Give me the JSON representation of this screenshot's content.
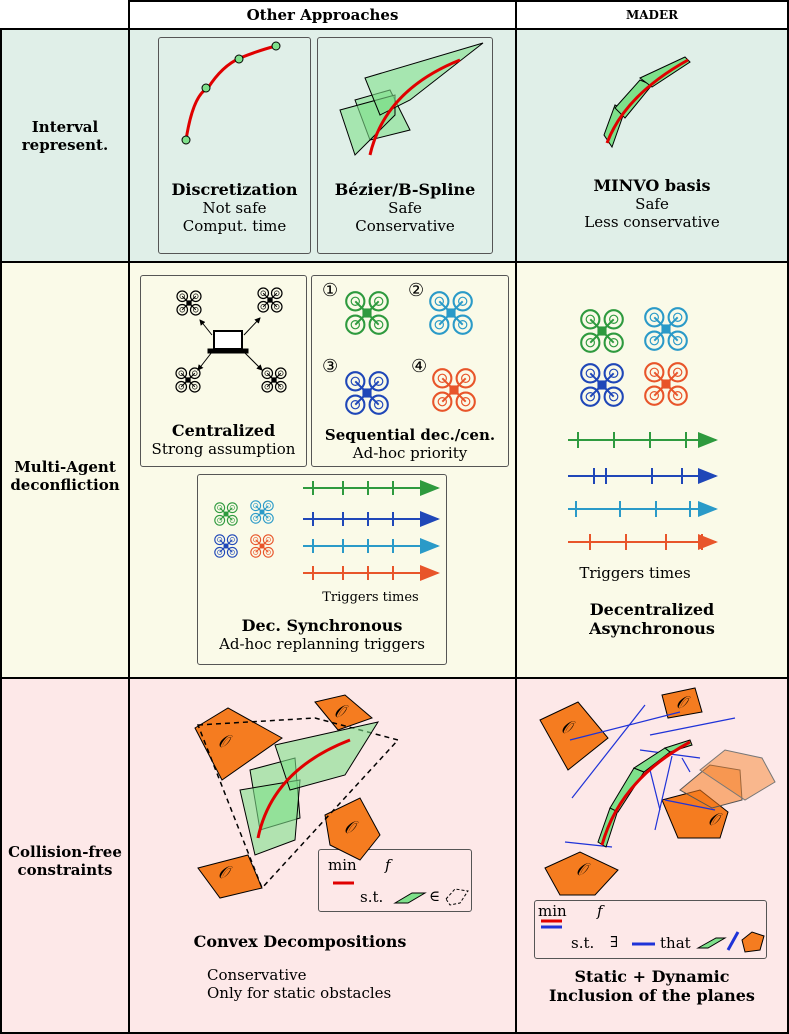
{
  "header": {
    "col1": "Other Approaches",
    "col2": "MADER"
  },
  "rows": {
    "interval": {
      "label_line1": "Interval",
      "label_line2": "represent."
    },
    "multi": {
      "label_line1": "Multi-Agent",
      "label_line2": "deconfliction"
    },
    "collision": {
      "label_line1": "Collision-free",
      "label_line2": "constraints"
    }
  },
  "interval": {
    "discretization": {
      "title": "Discretization",
      "line1": "Not safe",
      "line2": "Comput. time"
    },
    "bezier": {
      "title": "Bézier/B-Spline",
      "line1": "Safe",
      "line2": "Conservative"
    },
    "minvo": {
      "title": "MINVO basis",
      "line1": "Safe",
      "line2": "Less conservative"
    }
  },
  "multi": {
    "centralized": {
      "title": "Centralized",
      "line1": "Strong assumption"
    },
    "sequential": {
      "title": "Sequential dec./cen.",
      "line1": "Ad-hoc priority",
      "n1": "①",
      "n2": "②",
      "n3": "③",
      "n4": "④"
    },
    "synchronous": {
      "title": "Dec. Synchronous",
      "line1": "Ad-hoc replanning triggers",
      "triggers": "Triggers times"
    },
    "mader": {
      "triggers": "Triggers times",
      "title1": "Decentralized",
      "title2": "Asynchronous"
    }
  },
  "collision": {
    "other": {
      "title": "Convex Decompositions",
      "line1": "Conservative",
      "line2": "Only for static obstacles",
      "min": "min",
      "f": "f",
      "st": "s.t.",
      "in": "∈"
    },
    "mader": {
      "title1": "Static + Dynamic",
      "title2": "Inclusion of the planes",
      "min": "min",
      "f": "f",
      "st": "s.t.",
      "exists": "∃",
      "that": "that"
    },
    "obstacle": "𝒪"
  },
  "colors": {
    "green_bg": "#e0efe8",
    "yellow_bg": "#fafae8",
    "pink_bg": "#fde8e8",
    "orange": "#f57c20",
    "red": "#e00000",
    "green": "#7ee08a",
    "drone_green": "#2e9a3e",
    "drone_cyan": "#2a9ac8",
    "drone_blue": "#1f47b8",
    "drone_orange": "#e8552a"
  }
}
